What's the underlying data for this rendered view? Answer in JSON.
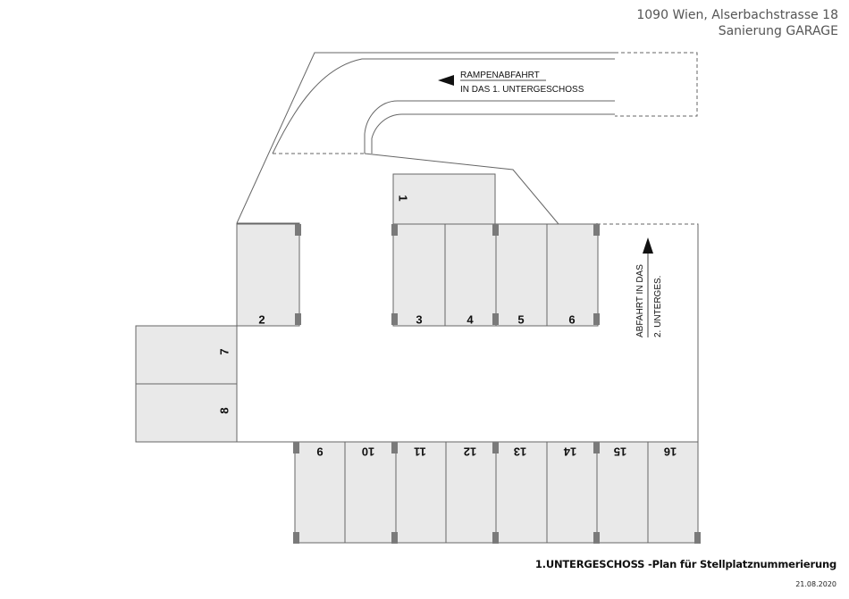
{
  "header": {
    "address": "1090 Wien, Alserbachstrasse 18",
    "project": "Sanierung GARAGE"
  },
  "plan": {
    "ramp_label_line1": "RAMPENABFAHRT",
    "ramp_label_line2": "IN DAS 1. UNTERGESCHOSS",
    "exit_label_line1": "ABFAHRT IN DAS",
    "exit_label_line2": "2. UNTERGES.",
    "spots": [
      "1",
      "2",
      "3",
      "4",
      "5",
      "6",
      "7",
      "8",
      "9",
      "10",
      "11",
      "12",
      "13",
      "14",
      "15",
      "16"
    ]
  },
  "footer": {
    "title": "1.UNTERGESCHOSS -Plan für Stellplatznummerierung",
    "date": "21.08.2020"
  },
  "colors": {
    "spot_fill": "#e9e9e9",
    "outline": "#666666",
    "column": "#7a7a7a"
  }
}
